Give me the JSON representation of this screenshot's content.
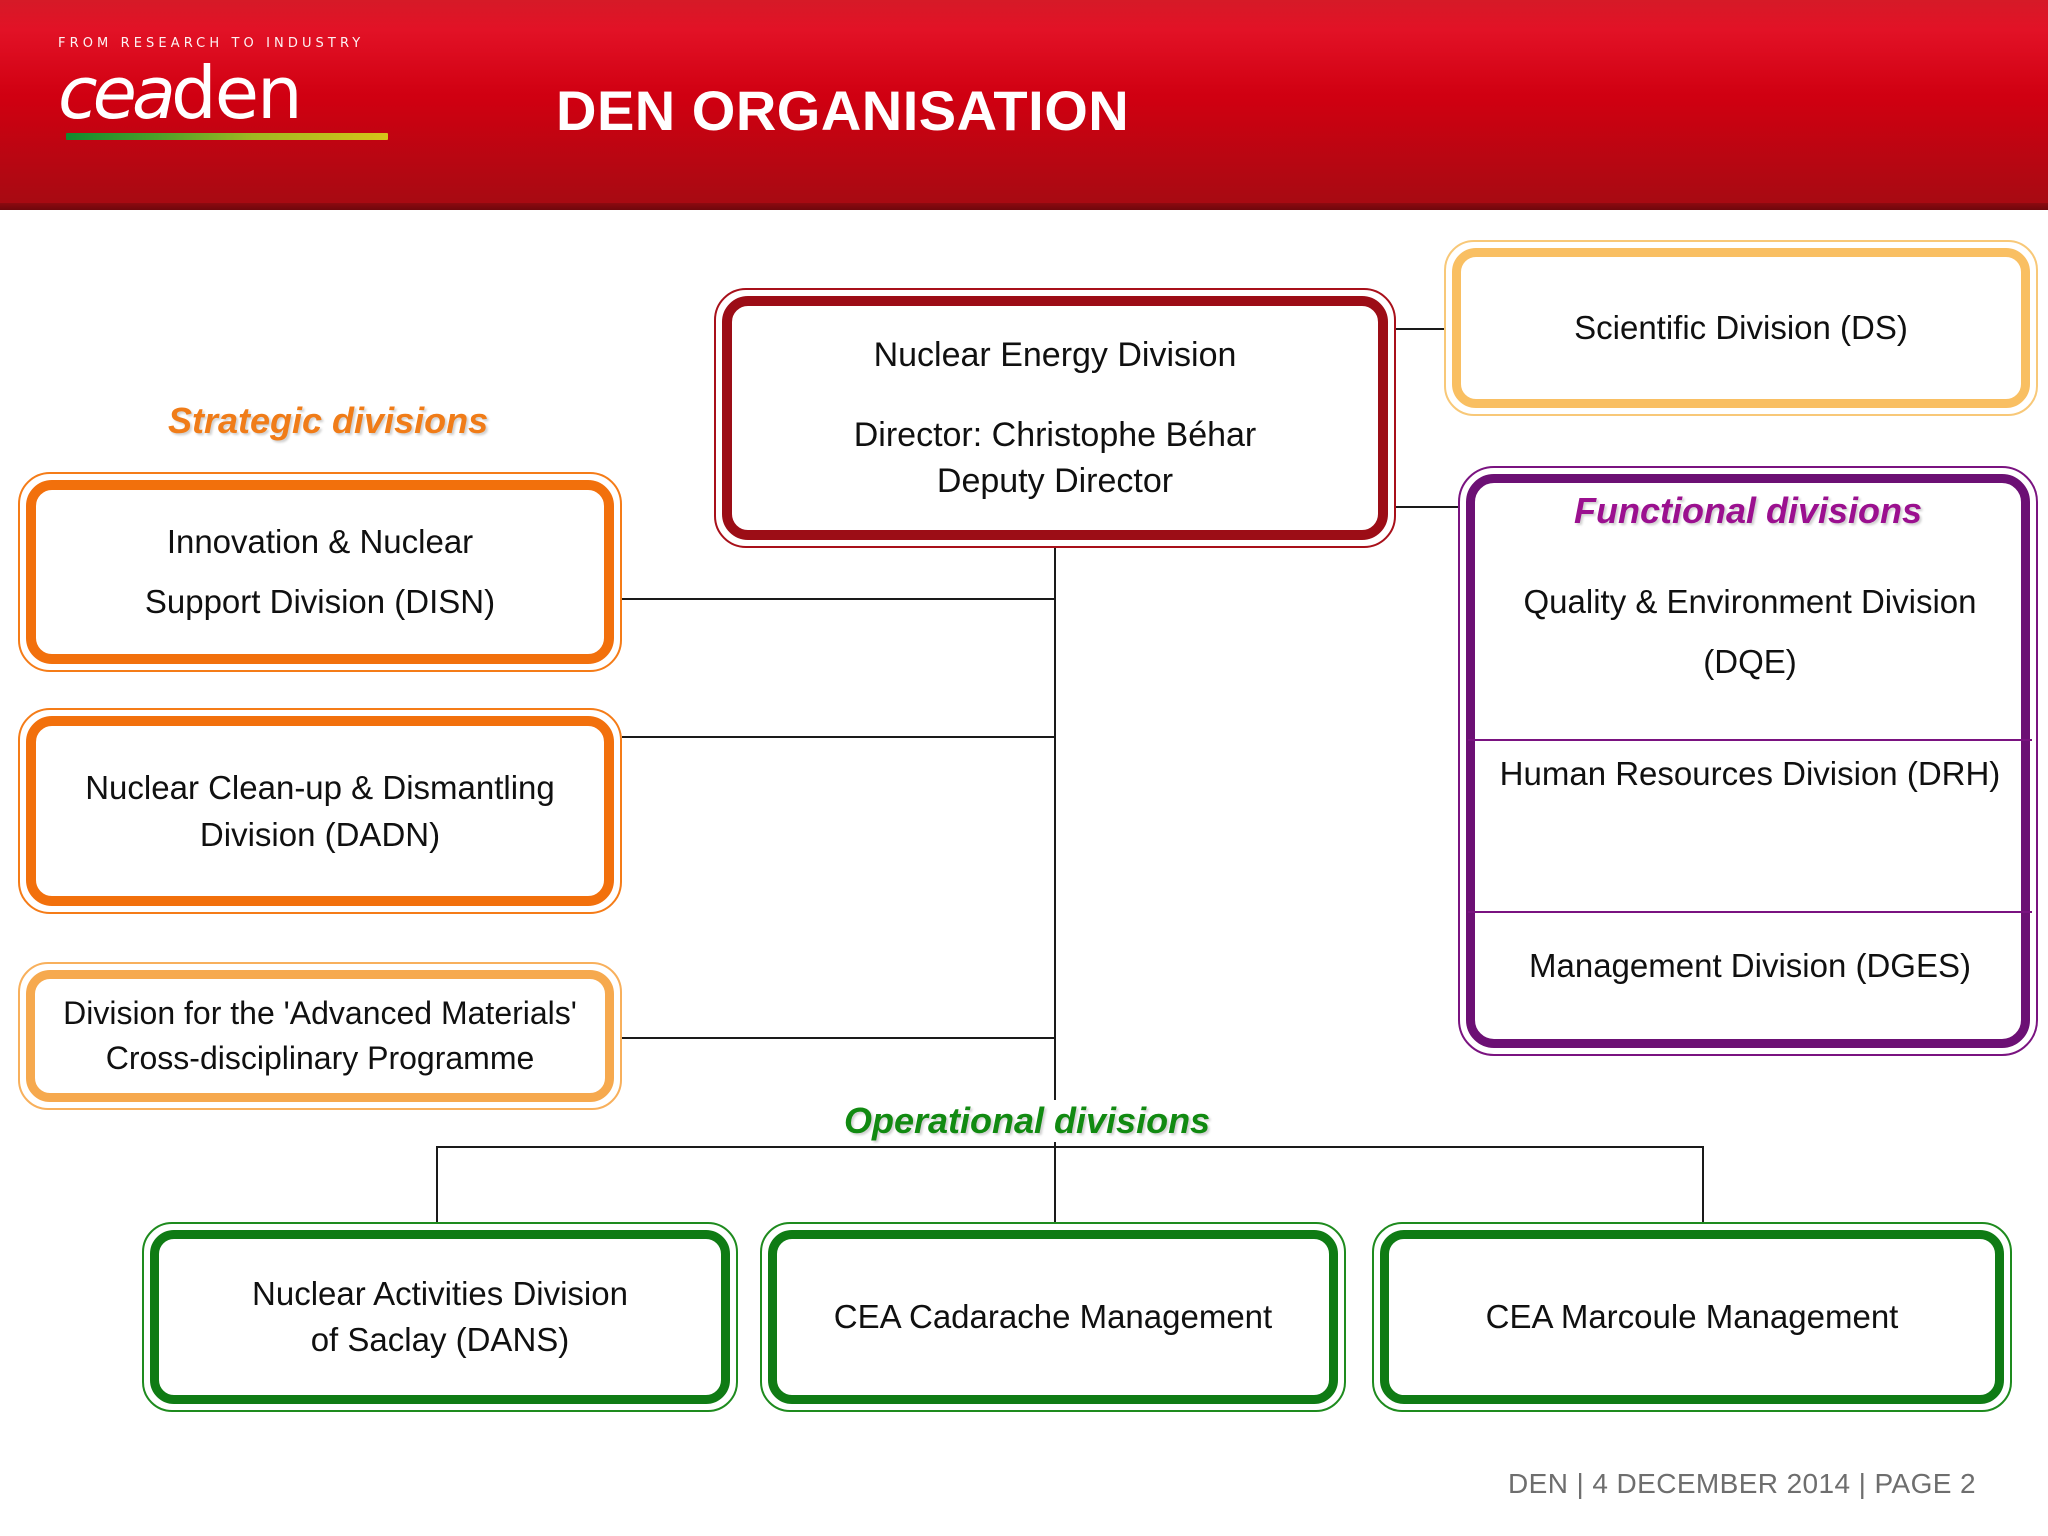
{
  "header": {
    "tagline": "FROM RESEARCH TO INDUSTRY",
    "logo_cea": "cea",
    "logo_den": "den",
    "title": "DEN ORGANISATION"
  },
  "central": {
    "name": "Nuclear Energy Division",
    "director": "Director: Christophe Béhar",
    "deputy": "Deputy Director"
  },
  "scientific": {
    "label": "Scientific Division  (DS)"
  },
  "strategic": {
    "heading": "Strategic divisions",
    "boxes": [
      {
        "line1": "Innovation & Nuclear",
        "line2": "Support Division  (DISN)"
      },
      {
        "line1": "Nuclear Clean-up & Dismantling",
        "line2": "Division (DADN)"
      },
      {
        "line1": "Division for the 'Advanced Materials'",
        "line2": "Cross-disciplinary Programme"
      }
    ]
  },
  "functional": {
    "heading": "Functional divisions",
    "cells": [
      {
        "line1": "Quality & Environment",
        "line2": "Division (DQE)"
      },
      {
        "line1": "Human Resources",
        "line2": "Division (DRH)"
      },
      {
        "line1": "Management Division (DGES)",
        "line2": ""
      }
    ]
  },
  "operational": {
    "heading": "Operational  divisions",
    "boxes": [
      {
        "line1": "Nuclear Activities Division",
        "line2": "of Saclay (DANS)"
      },
      {
        "line1": "CEA Cadarache Management",
        "line2": ""
      },
      {
        "line1": "CEA Marcoule Management",
        "line2": ""
      }
    ]
  },
  "footer": {
    "text": "DEN | 4 DECEMBER 2014 |  PAGE 2"
  },
  "colors": {
    "header_red": "#d1000f",
    "central_red": "#9c0d16",
    "strategic_orange": "#f2700c",
    "light_orange": "#f6a94e",
    "amber": "#f9bf62",
    "functional_purple": "#6c1074",
    "functional_heading": "#9b108f",
    "operational_green": "#0f7b14",
    "footer_gray": "#6e6e6e"
  }
}
